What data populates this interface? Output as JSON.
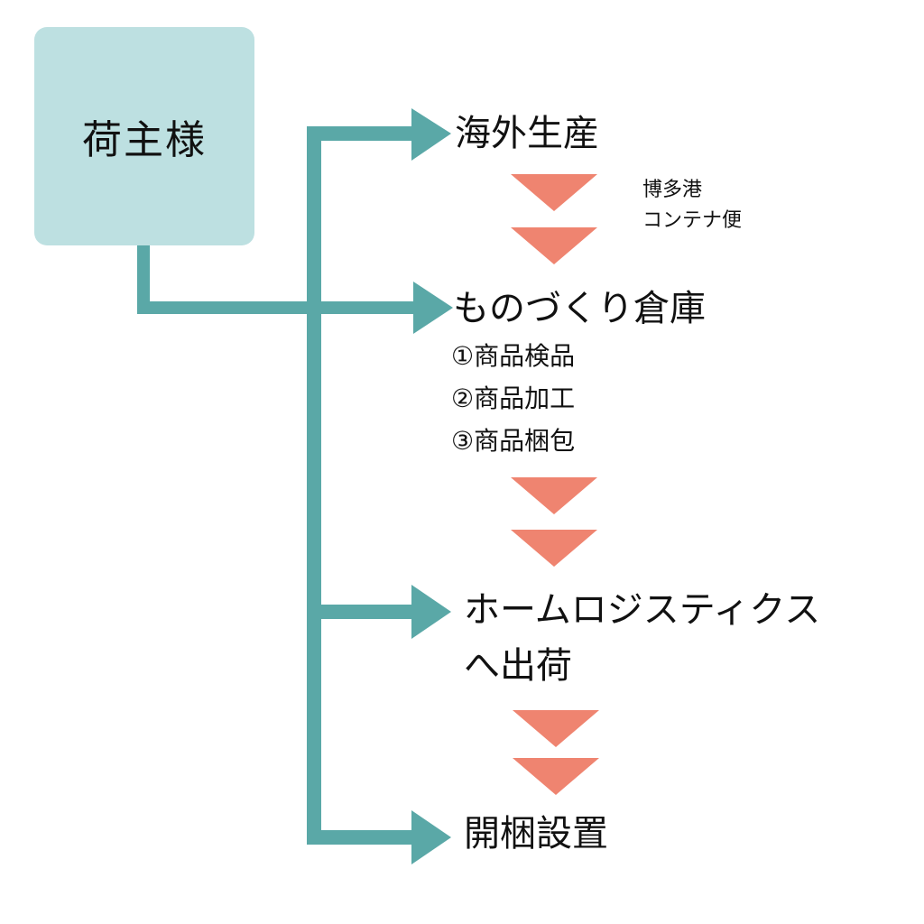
{
  "shipper": {
    "label": "荷主様"
  },
  "steps": [
    {
      "id": "overseas",
      "label": "海外生産"
    },
    {
      "id": "warehouse",
      "label": "ものづくり倉庫"
    },
    {
      "id": "shipping",
      "lines": [
        "ホームロジスティクス",
        "へ出荷"
      ]
    },
    {
      "id": "install",
      "label": "開梱設置"
    }
  ],
  "transport_note": {
    "lines": [
      "博多港",
      "コンテナ便"
    ]
  },
  "warehouse_tasks": [
    "①商品検品",
    "②商品加工",
    "③商品梱包"
  ],
  "colors": {
    "connector": "#5aa8a7",
    "shipper_box": "#bde0e1",
    "chevron": "#ef8470",
    "text": "#111111"
  }
}
